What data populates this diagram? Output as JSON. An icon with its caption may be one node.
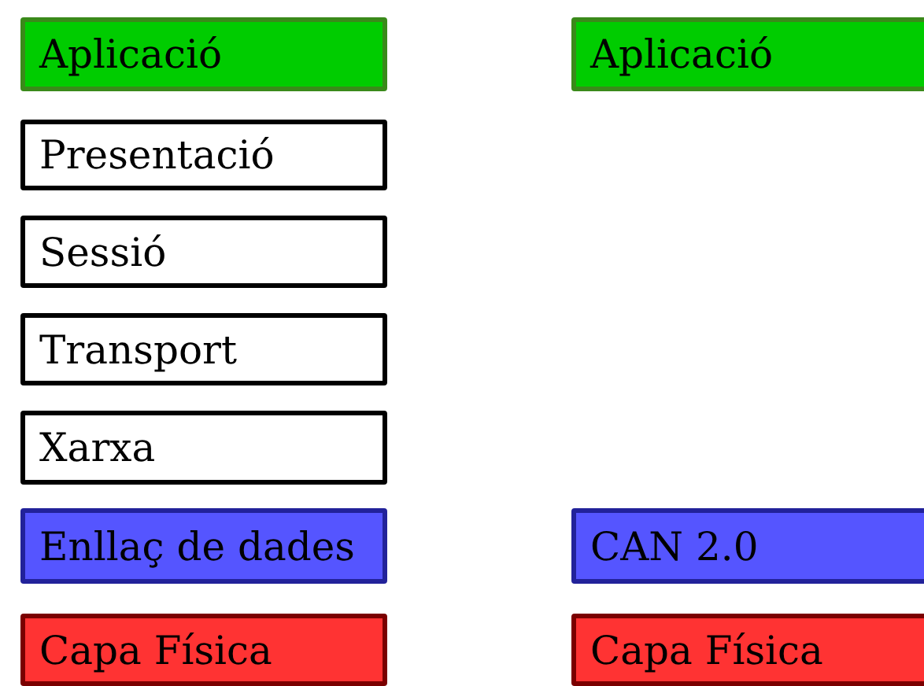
{
  "diagram": {
    "nodes": [
      {
        "text": [
          "Aplicació"
        ]
      },
      {
        "text": [
          "Presentació"
        ]
      },
      {
        "text": [
          "Sessió"
        ]
      },
      {
        "text": [
          "Transport"
        ]
      },
      {
        "text": [
          "Xarxa"
        ]
      },
      {
        "text": [
          "Enllaç de dades"
        ]
      },
      {
        "text": [
          "Capa Física"
        ]
      },
      {
        "text": [
          "Aplicació"
        ]
      },
      {
        "text": [
          "CAN 2.0"
        ]
      },
      {
        "text": [
          "Capa Física"
        ]
      }
    ]
  }
}
